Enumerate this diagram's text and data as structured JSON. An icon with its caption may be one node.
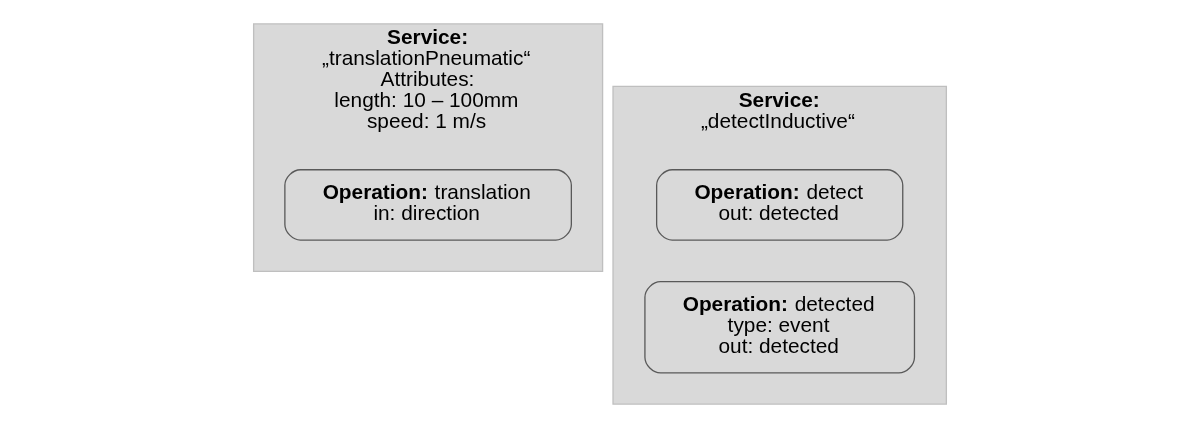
{
  "diagram": {
    "nodes": [
      {
        "text": [
          "Service:",
          "„translationPneumatic“",
          "Attributes:",
          "length: 10 – 100mm",
          "speed: 1 m/s"
        ]
      },
      {
        "text": [
          "**Operation:** translation",
          "in: direction"
        ],
        "in": 0
      },
      {
        "text": [
          "Service:",
          "„detectInductive“"
        ]
      },
      {
        "text": [
          "**Operation:** detect",
          "out: detected"
        ],
        "in": 2
      },
      {
        "text": [
          "**Operation:** detected",
          "type: event",
          "out: detected"
        ],
        "in": 2
      }
    ],
    "edges": []
  }
}
